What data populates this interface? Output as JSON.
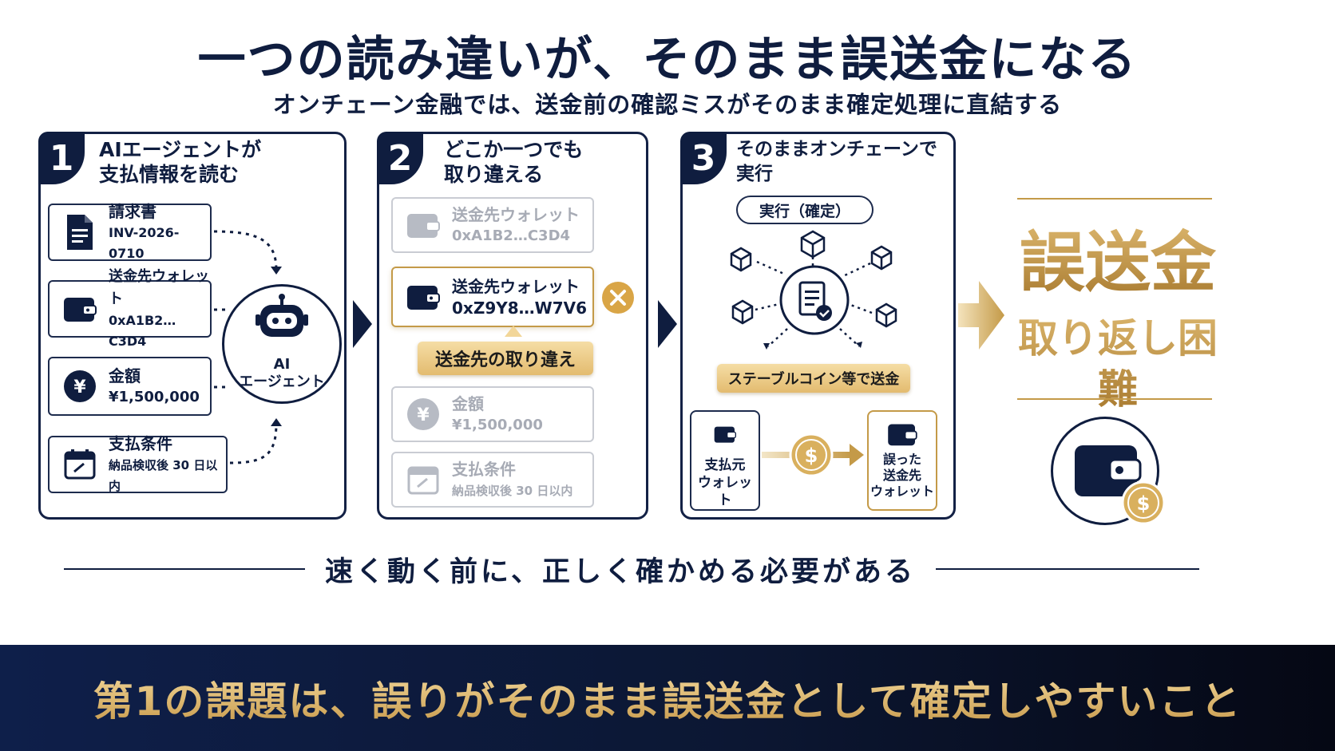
{
  "title": "一つの読み違いが、そのまま誤送金になる",
  "subtitle": "オンチェーン金融では、送金前の確認ミスがそのまま確定処理に直結する",
  "step1": {
    "number": "1",
    "title_line1": "AIエージェントが",
    "title_line2": "支払情報を読む",
    "cards": [
      {
        "label": "請求書",
        "value": "INV-2026-0710",
        "icon": "document-icon"
      },
      {
        "label": "送金先ウォレット",
        "value": "0xA1B2…C3D4",
        "icon": "wallet-icon"
      },
      {
        "label": "金額",
        "value": "¥1,500,000",
        "icon": "yen-icon"
      },
      {
        "label": "支払条件",
        "value": "納品検収後 30 日以内",
        "icon": "calendar-icon"
      }
    ],
    "agent_line1": "AI",
    "agent_line2": "エージェント"
  },
  "step2": {
    "number": "2",
    "title_line1": "どこか一つでも",
    "title_line2": "取り違える",
    "cards": [
      {
        "label": "送金先ウォレット",
        "value": "0xA1B2…C3D4",
        "icon": "wallet-icon",
        "state": "faded"
      },
      {
        "label": "送金先ウォレット",
        "value": "0xZ9Y8…W7V6",
        "icon": "wallet-icon",
        "state": "error"
      },
      {
        "label": "金額",
        "value": "¥1,500,000",
        "icon": "yen-icon",
        "state": "faded"
      },
      {
        "label": "支払条件",
        "value": "納品検収後 30 日以内",
        "icon": "calendar-icon",
        "state": "faded"
      }
    ],
    "error_tag": "送金先の取り違え"
  },
  "step3": {
    "number": "3",
    "title_line1": "そのままオンチェーンで",
    "title_line2": "実行",
    "pill": "実行（確定）",
    "tag": "ステーブルコイン等で送金",
    "from_wallet": [
      "支払元",
      "ウォレット"
    ],
    "to_wallet": [
      "誤った",
      "送金先",
      "ウォレット"
    ]
  },
  "result": {
    "line1": "誤送金",
    "line2": "取り返し困難"
  },
  "slogan": "速く動く前に、正しく確かめる必要がある",
  "bottom": "第1の課題は、誤りがそのまま誤送金として確定しやすいこと",
  "colors": {
    "navy": "#0f1d3f",
    "gold": "#c49a48",
    "error": "#d9a546"
  }
}
